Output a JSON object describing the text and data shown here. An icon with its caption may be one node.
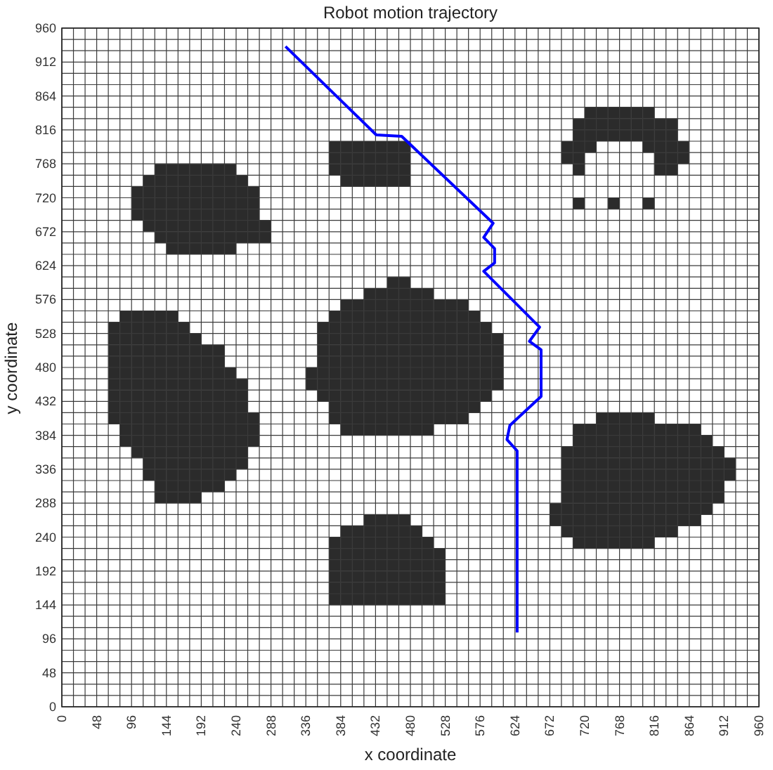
{
  "diagram": {
    "chart_data": {
      "type": "line",
      "title": "Robot motion trajectory",
      "xlabel": "x coordinate",
      "ylabel": "y coordinate",
      "grid": true,
      "xlim": [
        0,
        960
      ],
      "ylim": [
        0,
        960
      ],
      "xticks": [
        0,
        48,
        96,
        144,
        192,
        240,
        288,
        336,
        384,
        432,
        480,
        528,
        576,
        624,
        672,
        720,
        768,
        816,
        864,
        912,
        960
      ],
      "yticks": [
        0,
        48,
        96,
        144,
        192,
        240,
        288,
        336,
        384,
        432,
        480,
        528,
        576,
        624,
        672,
        720,
        768,
        816,
        864,
        912,
        960
      ],
      "x": [
        308,
        433,
        468,
        594,
        581,
        596,
        596,
        581,
        658,
        644,
        660,
        660,
        617,
        613,
        627,
        627
      ],
      "series": [
        {
          "color": "#0000ff",
          "values": [
            934,
            809,
            807,
            684,
            664,
            648,
            628,
            616,
            537,
            517,
            505,
            439,
            398,
            378,
            362,
            105
          ]
        }
      ]
    }
  }
}
